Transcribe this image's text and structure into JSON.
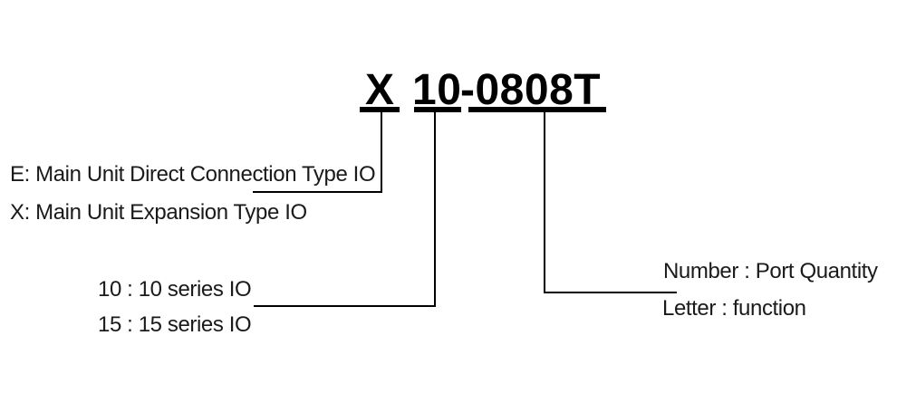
{
  "diagram": {
    "title_note": "model number legend",
    "model_code": {
      "full": "X 10-0808T",
      "part_type": "X",
      "part_series": "10",
      "part_spec": "-0808T"
    },
    "legend": {
      "type_e": "E: Main Unit Direct Connection Type IO",
      "type_x": "X: Main Unit Expansion Type IO",
      "series_10": "10 : 10 series IO",
      "series_15": "15 : 15 series IO",
      "spec_number": "Number : Port Quantity",
      "spec_letter": "Letter : function"
    },
    "colors": {
      "foreground": "#000000",
      "background": "#ffffff"
    }
  }
}
